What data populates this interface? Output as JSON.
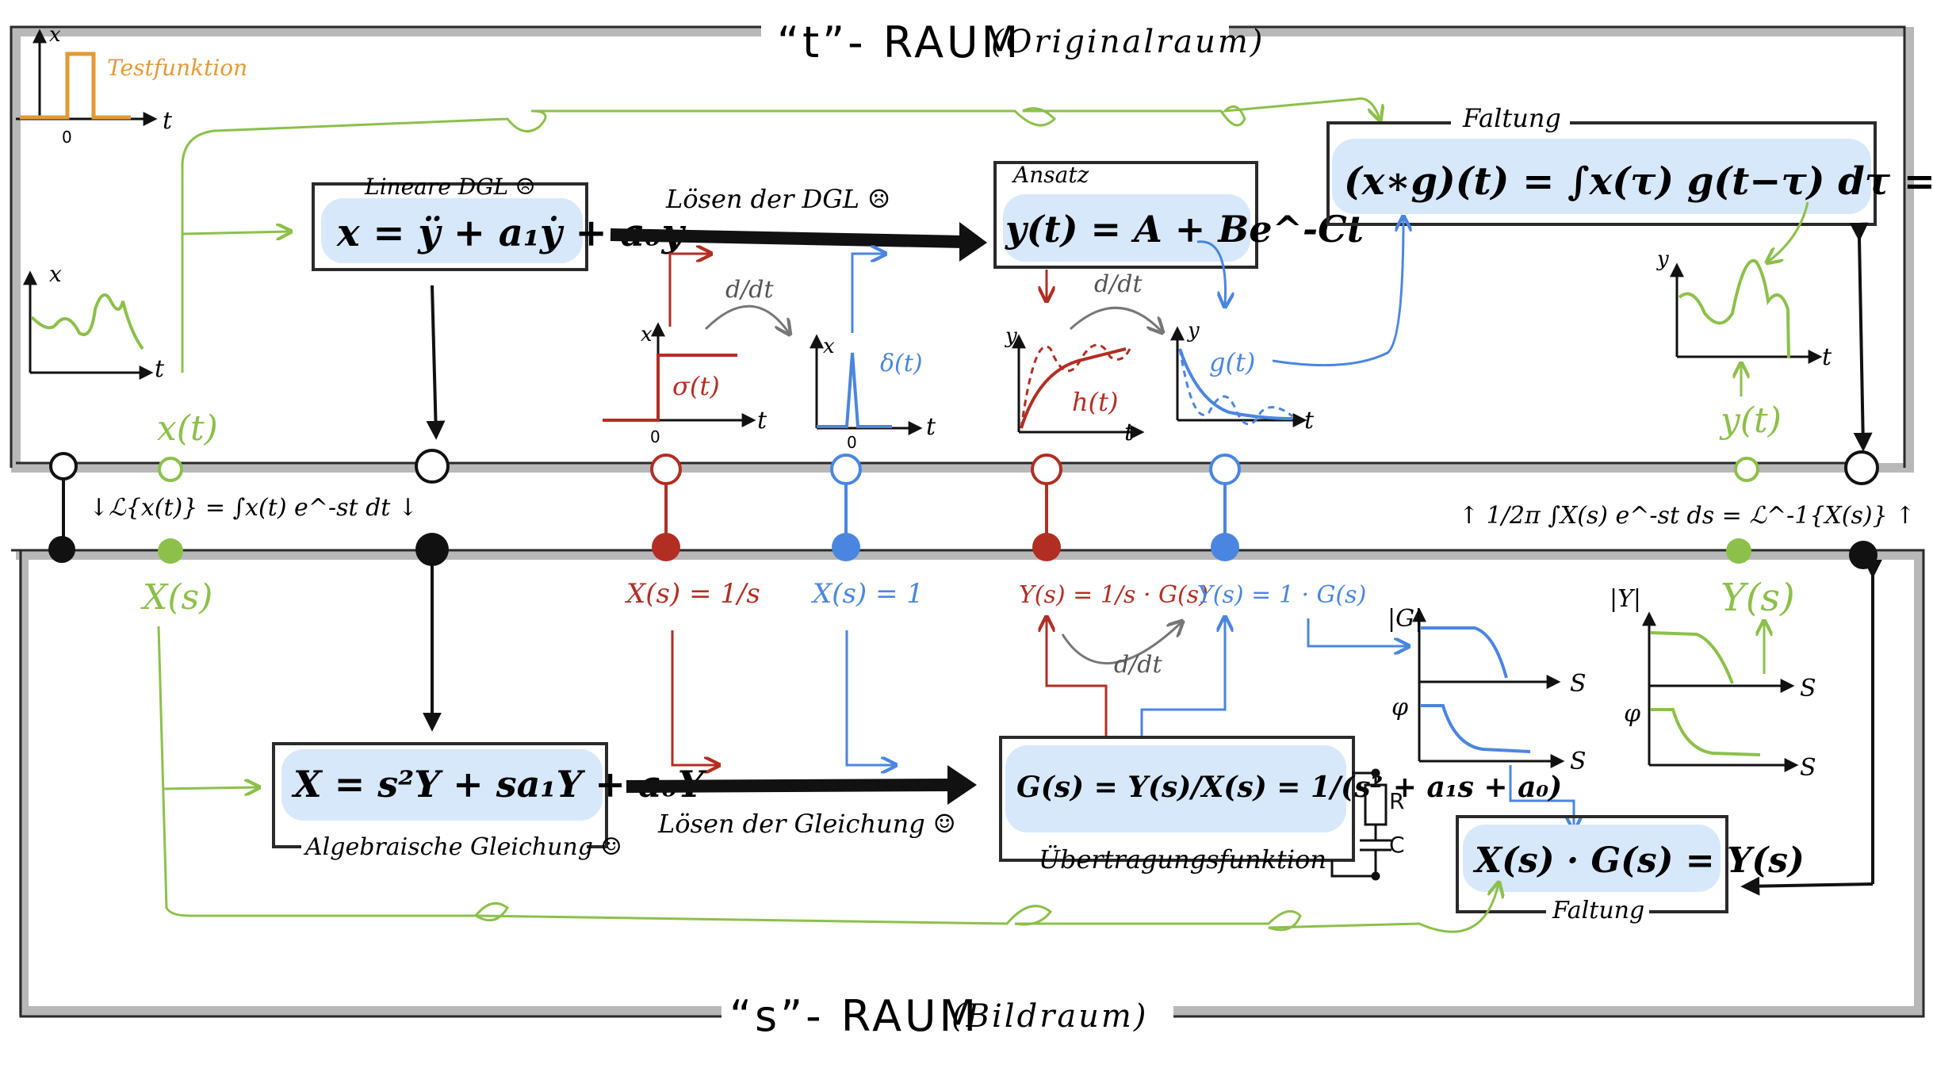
{
  "colors": {
    "ink": "#111111",
    "green": "#8cc04a",
    "red": "#b22e23",
    "blue": "#4a86e0",
    "orange": "#e39a35",
    "frame": "#b8b8b8",
    "box_fill": "#d7e8fb",
    "gray": "#777777"
  },
  "titles": {
    "t_space": "“t”- RAUM",
    "t_space_sub": "(Originalraum)",
    "s_space": "“s”- RAUM",
    "s_space_sub": "(Bildraum)"
  },
  "test_function": {
    "label": "Testfunktion",
    "axis_y": "x",
    "axis_x": "t",
    "origin": "0"
  },
  "top_row": {
    "dgl_caption": "Lineare DGL ☹",
    "dgl_equation": "x = ÿ + a₁ẏ + a₀y",
    "solve_dgl": "Lösen der DGL ☹",
    "ansatz_caption": "Ansatz",
    "ansatz_equation": "y(t) = A + Be^-Ct",
    "faltung_caption": "Faltung",
    "faltung_equation": "(x∗g)(t) = ∫x(τ) g(t−τ) dτ = y(t)",
    "deriv1": "d/dt",
    "deriv2": "d/dt"
  },
  "plots": {
    "input": {
      "y": "x",
      "x": "t"
    },
    "step": {
      "y": "x",
      "x": "t",
      "origin": "0",
      "label": "σ(t)"
    },
    "impulse": {
      "y": "x",
      "x": "t",
      "origin": "0",
      "label": "δ(t)"
    },
    "step_response": {
      "y": "y",
      "x": "t",
      "label": "h(t)"
    },
    "impulse_response": {
      "y": "y",
      "x": "t",
      "label": "g(t)"
    },
    "output": {
      "y": "y",
      "x": "t"
    }
  },
  "signals": {
    "x_t": "x(t)",
    "y_t": "y(t)",
    "X_s": "X(s)",
    "Y_s": "Y(s)",
    "laplace": "↓ℒ{x(t)} = ∫x(t) e^-st dt ↓",
    "inverse": "↑ 1/2π ∫X(s) e^-st ds = ℒ^-1{X(s)} ↑"
  },
  "s_labels": {
    "step": "X(s) = 1/s",
    "impulse": "X(s) = 1",
    "step_out": "Y(s) = 1/s · G(s)",
    "impulse_out": "Y(s) = 1 · G(s)",
    "deriv": "d/dt"
  },
  "bottom_row": {
    "alg_equation": "X = s²Y + sa₁Y + a₀Y",
    "alg_caption": "Algebraische Gleichung ☺",
    "solve_eq": "Lösen der Gleichung ☺",
    "transfer_equation": "G(s) = Y(s)/X(s) = 1/(s² + a₁s + a₀)",
    "transfer_caption": "Übertragungsfunktion",
    "product_equation": "X(s) · G(s) = Y(s)",
    "product_caption": "Faltung",
    "rc_R": "R",
    "rc_C": "C"
  },
  "bode": {
    "mag_G": "|G|",
    "phase_G": "φ",
    "mag_Y": "|Y|",
    "phase_Y": "φ",
    "s": "S"
  }
}
